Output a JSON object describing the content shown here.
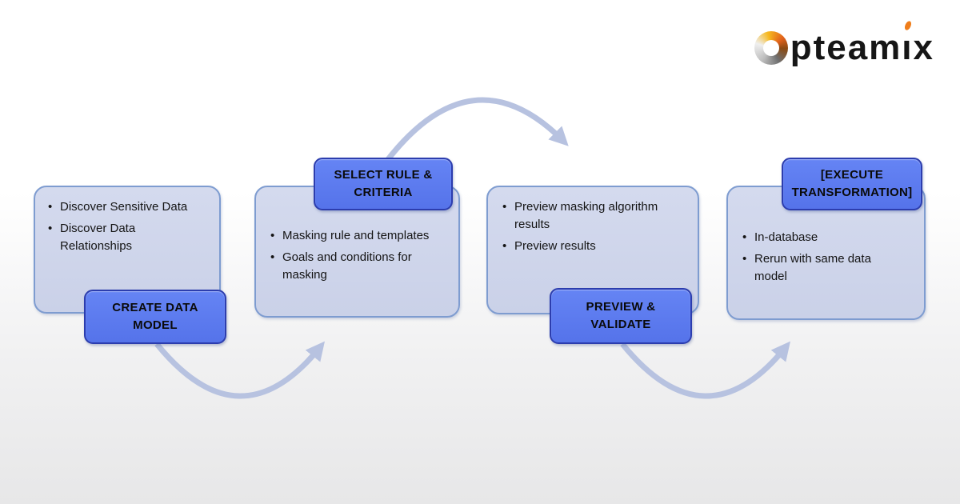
{
  "logo": {
    "brand": "opteamix",
    "letters_1": "pteam",
    "letter_i": "ı",
    "letters_2": "x"
  },
  "steps": [
    {
      "label": "CREATE DATA MODEL",
      "label_position": "bottom",
      "bullets": [
        "Discover Sensitive Data",
        "Discover Data Relationships"
      ]
    },
    {
      "label": "SELECT RULE & CRITERIA",
      "label_position": "top",
      "bullets": [
        "Masking rule and templates",
        "Goals and conditions for masking"
      ]
    },
    {
      "label": "PREVIEW & VALIDATE",
      "label_position": "bottom",
      "bullets": [
        "Preview masking algorithm results",
        "Preview results"
      ]
    },
    {
      "label": "[EXECUTE TRANSFORMATION]",
      "label_position": "top",
      "bullets": [
        "In-database",
        "Rerun with same data model"
      ]
    }
  ],
  "colors": {
    "label_fill": "#5573ea",
    "label_fill_top": "#6584f4",
    "label_border": "#2c3dae",
    "card_fill": "#cad1e8",
    "card_fill_top": "#d4daee",
    "card_border": "#7e9cd0",
    "arrow": "#b7c2e0",
    "logo_orange": "#ef7d1a",
    "background_top": "#ffffff",
    "background_bottom": "#e7e7e8"
  }
}
